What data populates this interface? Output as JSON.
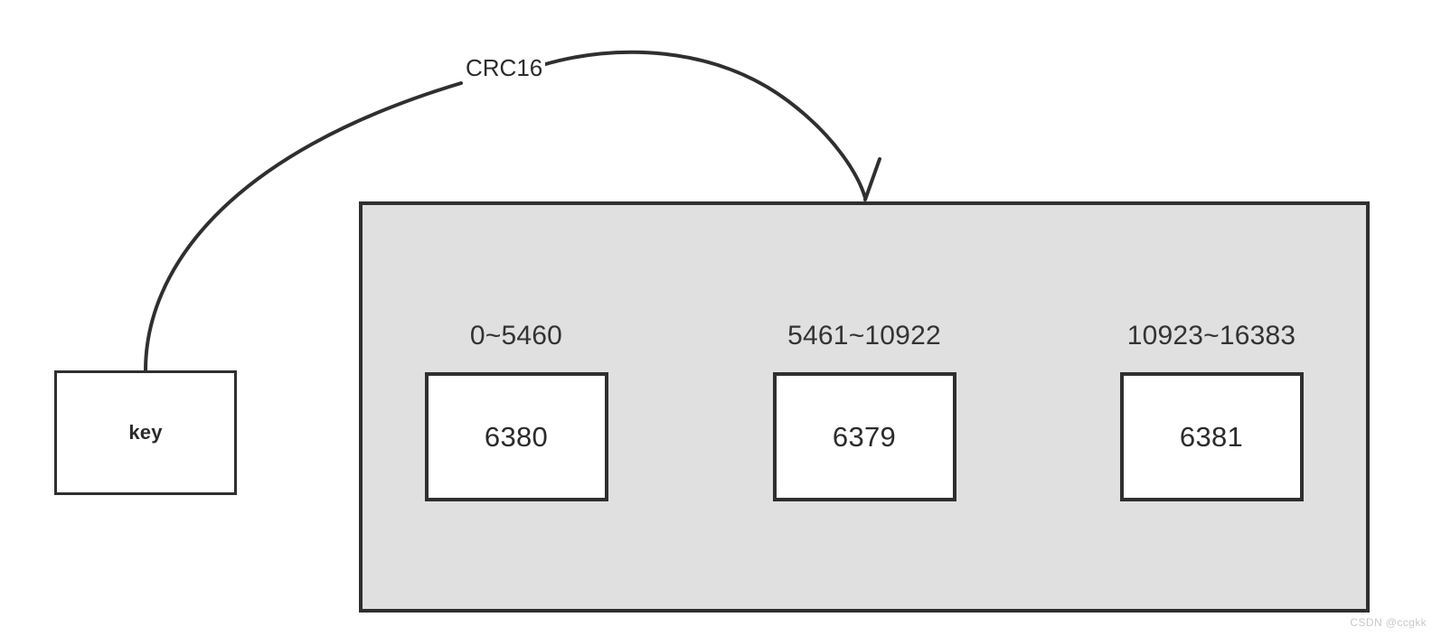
{
  "diagram": {
    "title": "Redis Cluster key slot routing",
    "colors": {
      "stroke": "#2f2f2f",
      "cluster_fill": "#e0e0e0",
      "node_fill": "#ffffff",
      "text": "#2b2b2b",
      "watermark": "#c9c9c9"
    },
    "source_node": {
      "label": "key"
    },
    "edge": {
      "label": "CRC16",
      "from": "key",
      "to": "cluster",
      "style": "curved-arrow"
    },
    "cluster": {
      "nodes": [
        {
          "range": "0~5460",
          "port": "6380"
        },
        {
          "range": "5461~10922",
          "port": "6379"
        },
        {
          "range": "10923~16383",
          "port": "6381"
        }
      ]
    },
    "watermark": "CSDN @ccgkk"
  }
}
